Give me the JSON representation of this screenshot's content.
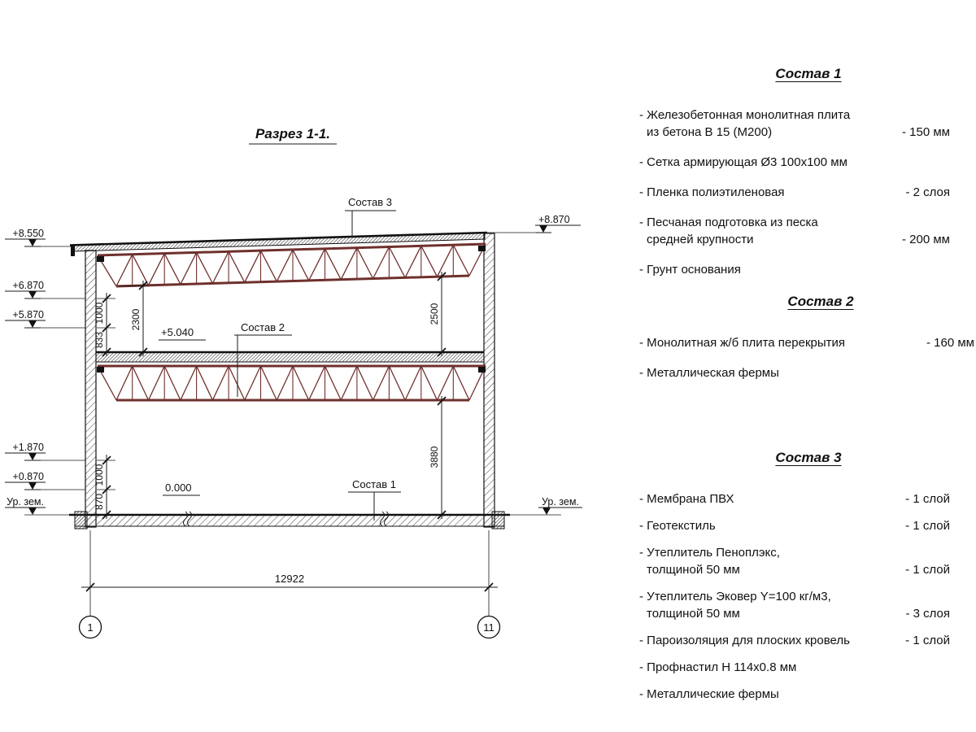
{
  "colors": {
    "line": "#1a1a1a",
    "truss": "#6f302c",
    "paper": "#ffffff"
  },
  "drawing": {
    "title": "Разрез 1-1.",
    "elev_left": [
      "+8.550",
      "+6.870",
      "+5.870",
      "+1.870",
      "+0.870"
    ],
    "elev_right": "+8.870",
    "ground_label_left": "Ур. зем.",
    "ground_label_right": "Ур. зем.",
    "level_upper_floor": "+5.040",
    "level_zero": "0.000",
    "callout_roof": "Состав 3",
    "callout_floor": "Состав 2",
    "callout_ground": "Состав 1",
    "dims": {
      "upper_1000": "1000",
      "upper_833": "833",
      "truss_left": "2300",
      "truss_right": "2500",
      "hall_height": "3880",
      "lower_1000": "1000",
      "lower_870": "870",
      "total_width": "12922"
    },
    "axis_left": "1",
    "axis_right": "11"
  },
  "specs": [
    {
      "heading": "Состав 1",
      "items": [
        {
          "line1": "- Железобетонная монолитная плита",
          "line2": "из бетона В 15 (М200)",
          "value": "- 150 мм"
        },
        {
          "line1": "- Сетка армирующая Ø3 100x100 мм",
          "value": ""
        },
        {
          "line1": "- Пленка полиэтиленовая",
          "value": "- 2 слоя"
        },
        {
          "line1": "- Песчаная подготовка из песка",
          "line2": "средней крупности",
          "value": "- 200 мм"
        },
        {
          "line1": "- Грунт основания",
          "value": ""
        }
      ]
    },
    {
      "heading": "Состав 2",
      "items": [
        {
          "line1": "- Монолитная ж/б плита перекрытия",
          "value": "- 160 мм"
        },
        {
          "line1": "- Металлическая фермы",
          "value": ""
        }
      ]
    },
    {
      "heading": "Состав 3",
      "items": [
        {
          "line1": "- Мембрана ПВХ",
          "value": "- 1 слой"
        },
        {
          "line1": "- Геотекстиль",
          "value": "- 1 слой"
        },
        {
          "line1": "- Утеплитель Пеноплэкс,",
          "line2": "толщиной 50 мм",
          "value": "- 1 слой"
        },
        {
          "line1": "- Утеплитель Эковер Y=100 кг/м3,",
          "line2": "толщиной 50 мм",
          "value": "- 3 слоя"
        },
        {
          "line1": "- Пароизоляция для плоских кровель",
          "value": "- 1 слой"
        },
        {
          "line1": "- Профнастил Н 114x0.8 мм",
          "value": ""
        },
        {
          "line1": "- Металлические фермы",
          "value": ""
        }
      ]
    }
  ]
}
